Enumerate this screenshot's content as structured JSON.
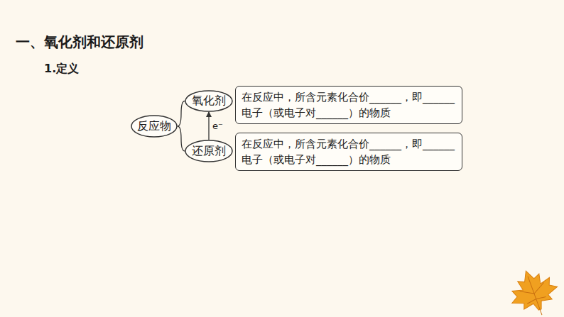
{
  "diagram": {
    "title": "一、氧化剂和还原剂",
    "nodes": [
      {
        "text": [
          "反应物"
        ]
      },
      {
        "text": [
          "氧化剂"
        ]
      },
      {
        "text": [
          "在反应中，所含元素化合价______，即______电子（或电子对______）的物质"
        ]
      },
      {
        "text": [
          "还原剂"
        ]
      },
      {
        "text": [
          "在反应中，所含元素化合价______，即______电子（或电子对______）的物质"
        ]
      }
    ],
    "edges": [
      {
        "from": 0,
        "to": 1,
        "arrow": "none"
      },
      {
        "from": 0,
        "to": 3,
        "arrow": "none"
      },
      {
        "from": 3,
        "to": 1,
        "arrow": "to",
        "label": "e⁻"
      }
    ],
    "labels": [
      "1.定义"
    ]
  }
}
